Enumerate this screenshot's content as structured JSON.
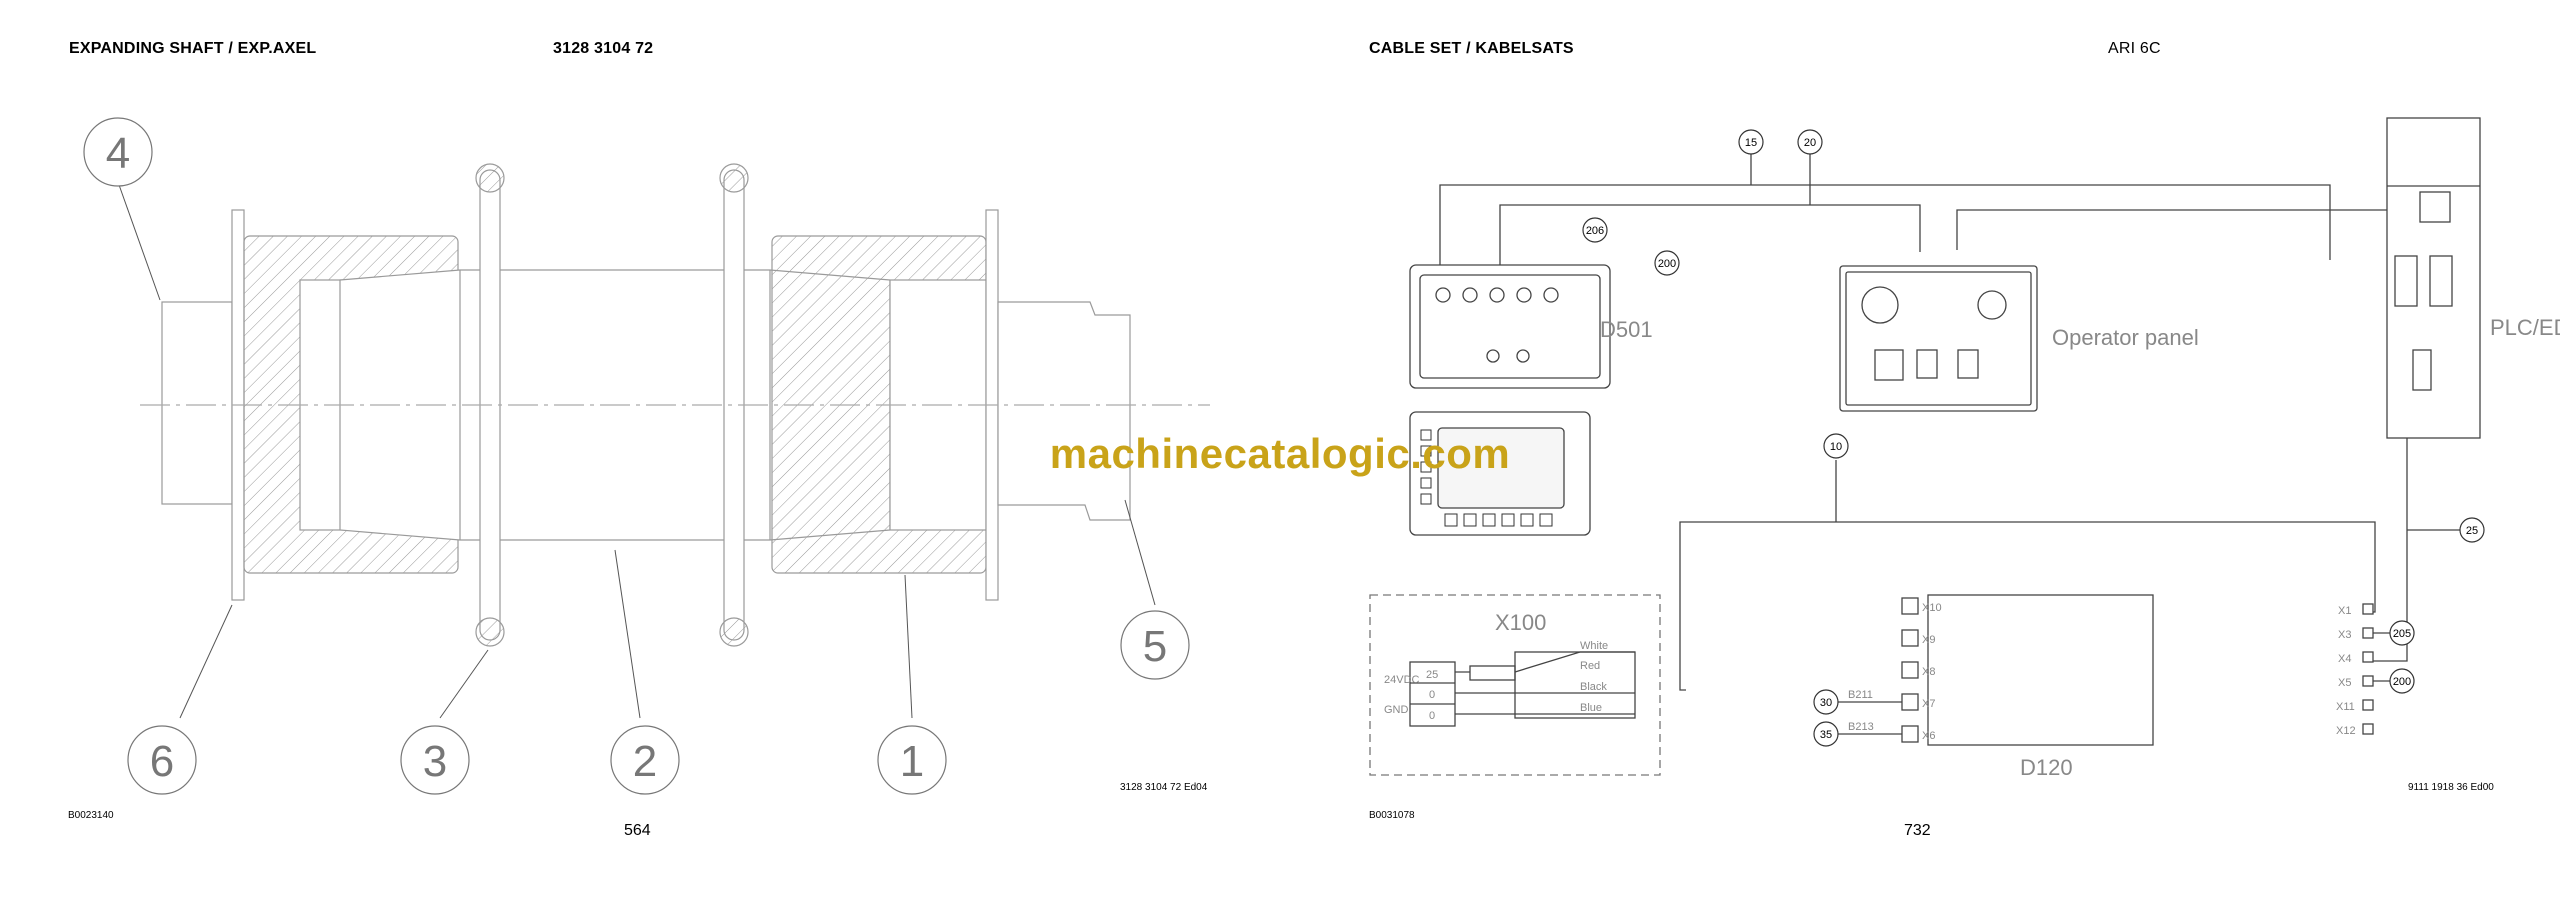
{
  "left_page": {
    "title": "EXPANDING SHAFT / EXP.AXEL",
    "part_no": "3128 3104 72",
    "drawing_id": "B0023140",
    "page_number": "564",
    "revision": "3128 3104 72 Ed04",
    "callouts": [
      "4",
      "6",
      "3",
      "2",
      "1",
      "5"
    ]
  },
  "right_page": {
    "title": "CABLE SET / KABELSATS",
    "model": "ARI 6C",
    "drawing_id": "B0031078",
    "page_number": "732",
    "revision": "9111 1918 36 Ed00",
    "callouts": [
      "15",
      "20",
      "206",
      "200",
      "10",
      "25",
      "205",
      "200",
      "30",
      "35"
    ],
    "labels": {
      "d501": "D501",
      "operator_panel": "Operator panel",
      "plc_cabinet": "PLC/EDS cabinet",
      "x100": "X100",
      "d120": "D120",
      "v24": "24VDC",
      "gnd": "GND",
      "term_25": "25",
      "term_0a": "0",
      "term_0b": "0",
      "wire_white": "White",
      "wire_red": "Red",
      "wire_black": "Black",
      "wire_blue": "Blue",
      "conn_left": [
        "X10",
        "X9",
        "X8",
        "X7",
        "X6"
      ],
      "conn_right": [
        "X1",
        "X3",
        "X4",
        "X5",
        "X11",
        "X12"
      ],
      "b211": "B211",
      "b213": "B213"
    }
  },
  "watermark": "machinecatalogic.com"
}
